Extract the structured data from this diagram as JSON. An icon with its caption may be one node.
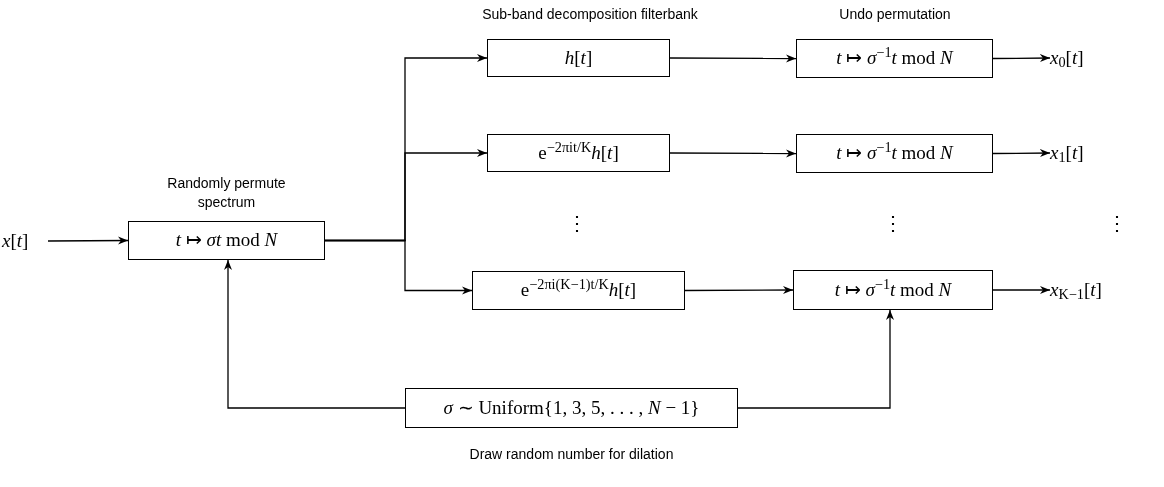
{
  "diagram": {
    "nodes": [
      {
        "text": [
          "*x*[*t*]"
        ]
      },
      {
        "text": [
          "Randomly permute spectrum",
          "*t* ↦ *σt* mod *N*"
        ]
      },
      {
        "text": [
          "*h*[*t*]"
        ]
      },
      {
        "text": [
          "e$^{−2πit/K}$*h*[*t*]"
        ]
      },
      {
        "text": [
          "e$^{−2πi(K−1)t/K}$*h*[*t*]"
        ]
      },
      {
        "text": [
          "*t* ↦ *σ*$^{−1}$*t* mod *N*"
        ]
      },
      {
        "text": [
          "*t* ↦ *σ*$^{−1}$*t* mod *N*"
        ]
      },
      {
        "text": [
          "*t* ↦ *σ*$^{−1}$*t* mod *N*"
        ]
      },
      {
        "text": [
          "*x*$_{0}$[*t*]"
        ]
      },
      {
        "text": [
          "*x*$_{1}$[*t*]"
        ]
      },
      {
        "text": [
          "*x*$_{K−1}$[*t*]"
        ]
      },
      {
        "text": [
          "*σ* ∼ Uniform{1, 3, 5, . . . , *N* − 1}"
        ],
        "beside": [
          "Draw random number for dilation"
        ]
      }
    ],
    "edges": [
      {
        "from": 0,
        "to": 1,
        "arrow": "to"
      },
      {
        "from": 1,
        "to": 2,
        "arrow": "to"
      },
      {
        "from": 1,
        "to": 3,
        "arrow": "to"
      },
      {
        "from": 1,
        "to": 4,
        "arrow": "to"
      },
      {
        "from": 2,
        "to": 5,
        "arrow": "to"
      },
      {
        "from": 3,
        "to": 6,
        "arrow": "to"
      },
      {
        "from": 4,
        "to": 7,
        "arrow": "to"
      },
      {
        "from": 5,
        "to": 8,
        "arrow": "to"
      },
      {
        "from": 6,
        "to": 9,
        "arrow": "to"
      },
      {
        "from": 7,
        "to": 10,
        "arrow": "to"
      },
      {
        "from": 11,
        "to": 1,
        "arrow": "to"
      },
      {
        "from": 11,
        "to": 7,
        "arrow": "to"
      }
    ],
    "labels": [
      "Sub-band decomposition filterbank",
      "Undo permutation",
      "⋮",
      "⋮",
      "⋮"
    ]
  }
}
